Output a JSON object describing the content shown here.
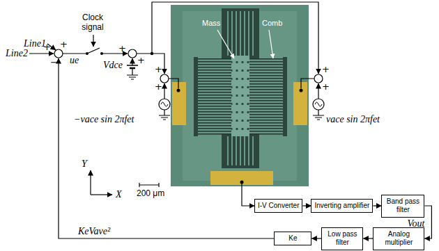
{
  "diagram": {
    "nodes": [
      {
        "text": [
          "I-V Converter"
        ]
      },
      {
        "text": [
          "Inverting amplifier"
        ]
      },
      {
        "text": [
          "Band pass filter"
        ]
      },
      {
        "text": [
          "Analog multiplier"
        ]
      },
      {
        "text": [
          "Low pass filter"
        ]
      },
      {
        "text": [
          "Ke"
        ]
      }
    ],
    "edges": [
      {
        "from": 0,
        "to": 1,
        "arrow": "to"
      },
      {
        "from": 1,
        "to": 2,
        "arrow": "to"
      },
      {
        "from": 2,
        "to": 3,
        "arrow": "to"
      },
      {
        "from": 3,
        "to": 4,
        "arrow": "to"
      },
      {
        "from": 4,
        "to": 5,
        "arrow": "to"
      }
    ],
    "labels": [
      "Line1",
      "+",
      "Line2",
      "+",
      "−",
      "ue",
      "Clock signal",
      "+",
      "+",
      "Vdce",
      "+",
      "+",
      "−vace sin 2πfet",
      "+",
      "+",
      "vace sin 2πfet",
      "Mass",
      "Comb",
      "Y",
      "X",
      "200 μm",
      "Vout",
      "KeVave²"
    ]
  }
}
